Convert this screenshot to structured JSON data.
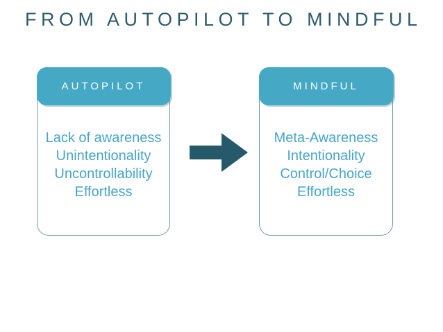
{
  "slide": {
    "title": "FROM AUTOPILOT TO MINDFUL",
    "cards": [
      {
        "header": "AUTOPILOT",
        "lines": [
          "Lack of awareness",
          "Unintentionality",
          "Uncontrollability",
          "Effortless"
        ]
      },
      {
        "header": "MINDFUL",
        "lines": [
          "Meta-Awareness",
          "Intentionality",
          "Control/Choice",
          "Effortless"
        ]
      }
    ],
    "arrow_icon": "right-arrow",
    "colors": {
      "background": "#FFFFFF",
      "title_text": "#2E5C6B",
      "card_header_bg": "#45A9C6",
      "card_header_text": "#FFFFFF",
      "card_body_text": "#47A5C8",
      "card_border": "#6D9CAD",
      "arrow": "#265A6B"
    }
  }
}
